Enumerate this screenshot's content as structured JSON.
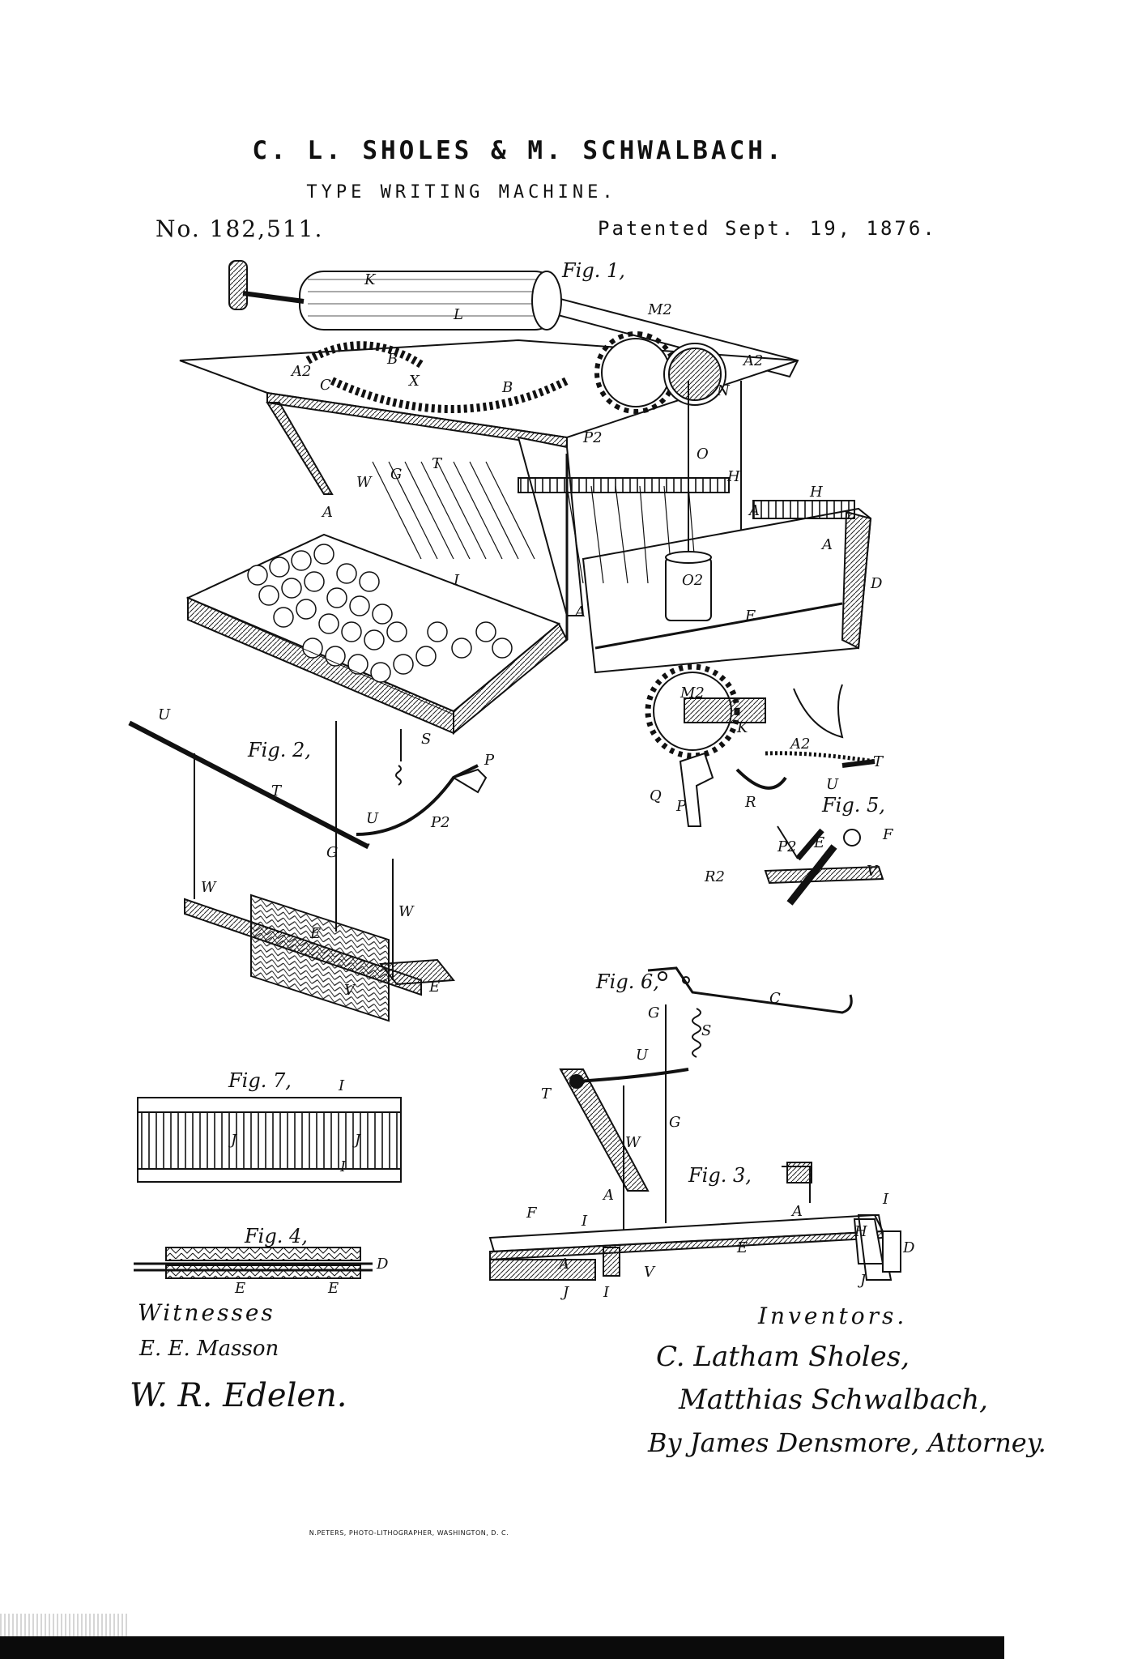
{
  "header": {
    "inventors": "C. L. SHOLES & M. SCHWALBACH.",
    "subject": "TYPE WRITING MACHINE.",
    "patent_number": "No. 182,511.",
    "patent_date": "Patented Sept. 19, 1876."
  },
  "figures": {
    "fig1": "Fig. 1,",
    "fig2": "Fig. 2,",
    "fig3": "Fig. 3,",
    "fig4": "Fig. 4,",
    "fig5": "Fig. 5,",
    "fig6": "Fig. 6,",
    "fig7": "Fig. 7,"
  },
  "parts": {
    "K": "K",
    "L": "L",
    "M2": "M2",
    "A2": "A2",
    "B": "B",
    "C": "C",
    "X": "X",
    "N": "N",
    "O": "O",
    "O2": "O2",
    "H": "H",
    "A": "A",
    "E": "E",
    "I": "I",
    "D": "D",
    "T": "T",
    "G": "G",
    "W": "W",
    "P": "P",
    "P2": "P2",
    "U": "U",
    "S": "S",
    "V": "V",
    "J": "J",
    "R": "R",
    "R2": "R2",
    "Q": "Q",
    "F": "F"
  },
  "witnesses": {
    "heading": "Witnesses",
    "names": [
      "E. E. Masson",
      "W. R. Edelen."
    ]
  },
  "inventors": {
    "heading": "Inventors.",
    "signatures": [
      "C. Latham Sholes,",
      "Matthias Schwalbach,",
      "By James Densmore, Attorney."
    ]
  },
  "printer": "N.PETERS, PHOTO-LITHOGRAPHER, WASHINGTON, D. C."
}
